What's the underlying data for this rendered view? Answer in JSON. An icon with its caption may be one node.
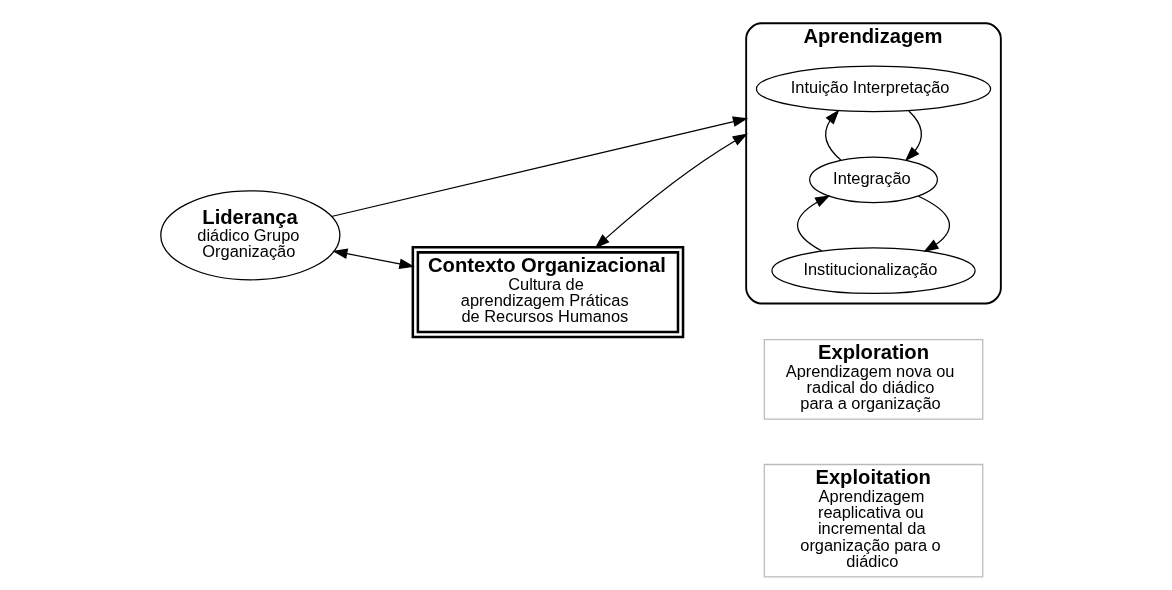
{
  "diagram": {
    "nodes": [
      {
        "text": [
          "Liderança",
          "diádico Grupo Organização"
        ]
      },
      {
        "text": [
          "Contexto Organizacional",
          "Cultura de aprendizagem Práticas de Recursos Humanos"
        ]
      },
      {
        "text": [
          "Aprendizagem"
        ]
      },
      {
        "text": [
          "Intuição Interpretação"
        ],
        "in": 2
      },
      {
        "text": [
          "Exploration",
          "Aprendizagem nova ou radical do diádico para a organização"
        ]
      },
      {
        "text": [
          "Integração"
        ],
        "in": 2
      },
      {
        "text": [
          "Exploitation",
          "Aprendizagem reaplicativa ou incremental da organização para o diádico"
        ]
      },
      {
        "text": [
          "Institucionalização"
        ],
        "in": 2
      }
    ],
    "edges": [
      {
        "from": 0,
        "to": 2,
        "arrow": "to"
      },
      {
        "from": 0,
        "to": 1,
        "arrow": "both"
      },
      {
        "from": 1,
        "to": 2,
        "arrow": "both"
      },
      {
        "from": 3,
        "to": 5,
        "arrow": "to"
      },
      {
        "from": 5,
        "to": 3,
        "arrow": "to"
      },
      {
        "from": 5,
        "to": 7,
        "arrow": "to"
      },
      {
        "from": 7,
        "to": 5,
        "arrow": "to"
      }
    ]
  }
}
